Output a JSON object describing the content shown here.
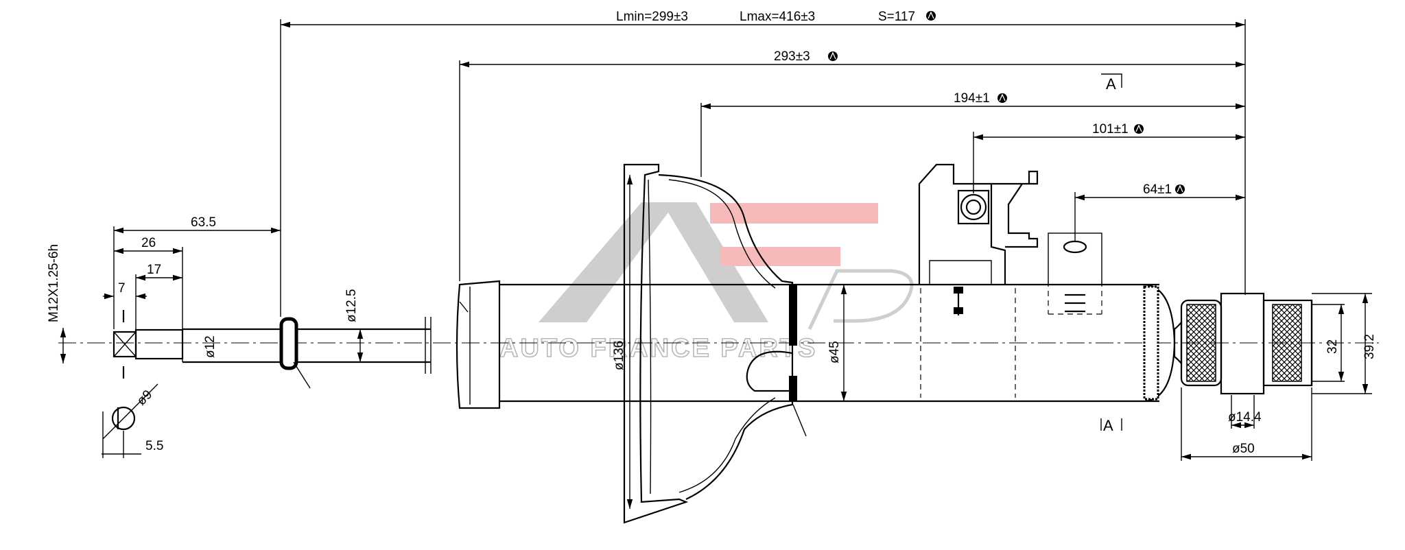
{
  "dimensions": {
    "lmin": "Lmin=299±3",
    "lmax": "Lmax=416±3",
    "stroke": "S=117",
    "overall_length": "293±3",
    "d194": "194±1",
    "d101": "101±1",
    "d64": "64±1",
    "d63_5": "63.5",
    "d26": "26",
    "d17": "17",
    "d7": "7",
    "d5_5": "5.5",
    "thread": "M12X1.25-6h",
    "dia_9": "ø9",
    "dia_12": "ø12",
    "dia_12_5": "ø12.5",
    "dia_136": "ø136",
    "dia_45": "ø45",
    "dia_14_4": "ø14.4",
    "dia_50": "ø50",
    "h32": "32",
    "h39_2": "39.2"
  },
  "section_marks": {
    "top": "A",
    "bottom": "A"
  },
  "watermark": {
    "text": "AUTO FRANCE PARTS",
    "logo_letters": "AFP",
    "colors": {
      "grey": "#b3b3b3",
      "red": "#f2a0a0"
    }
  }
}
